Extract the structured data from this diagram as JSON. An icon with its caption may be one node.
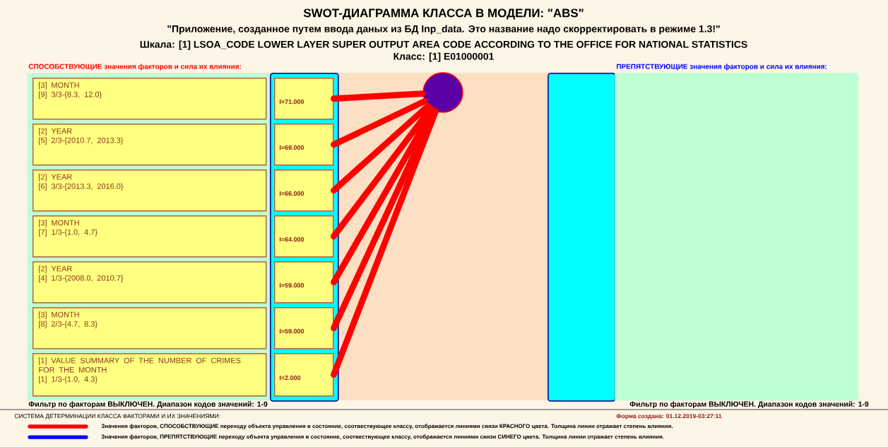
{
  "diagram": {
    "title": "SWOT-ДИАГРАММА КЛАССА В МОДЕЛИ: \"ABS\"",
    "nodes": [
      {
        "text": [
          "СПОСОБСТВУЮЩИЕ значения факторов и сила их влияния:"
        ]
      },
      {
        "text": [
          "[3] MONTH",
          "[9] 3/3-{8.3, 12.0}"
        ],
        "in": 0
      },
      {
        "text": [
          "[2] YEAR",
          "[5] 2/3-{2010.7, 2013.3}"
        ],
        "in": 0
      },
      {
        "text": [
          "[2] YEAR",
          "[6] 3/3-{2013.3, 2016.0}"
        ],
        "in": 0
      },
      {
        "text": [
          "[3] MONTH",
          "[7] 1/3-{1.0, 4.7}"
        ],
        "in": 0
      },
      {
        "text": [
          "[2] YEAR",
          "[4] 1/3-{2008.0, 2010.7}"
        ],
        "in": 0
      },
      {
        "text": [
          "[3] MONTH",
          "[8] 2/3-{4.7, 8.3}"
        ],
        "in": 0
      },
      {
        "text": [
          "[1] VALUE SUMMARY OF THE NUMBER OF CRIMES FOR THE MONTH",
          "[1] 1/3-{1.0, 4.3}"
        ],
        "in": 0
      },
      {
        "text": [],
        "shape": "box"
      },
      {
        "text": [
          "I=71.000"
        ],
        "in": 8
      },
      {
        "text": [
          "I=69.000"
        ],
        "in": 8
      },
      {
        "text": [
          "I=66.000"
        ],
        "in": 8
      },
      {
        "text": [
          "I=64.000"
        ],
        "in": 8
      },
      {
        "text": [
          "I=59.000"
        ],
        "in": 8
      },
      {
        "text": [
          "I=59.000"
        ],
        "in": 8
      },
      {
        "text": [
          "I=2.000"
        ],
        "in": 8
      },
      {
        "text": [],
        "shape": "circle"
      },
      {
        "text": [],
        "shape": "box"
      },
      {
        "text": [
          "ПРЕПЯТСТВУЮЩИЕ значения факторов и сила их влияния:"
        ]
      }
    ],
    "edges": [
      {
        "from": 9,
        "to": 16,
        "arrow": "none",
        "color": "#ff0000"
      },
      {
        "from": 10,
        "to": 16,
        "arrow": "none",
        "color": "#ff0000"
      },
      {
        "from": 11,
        "to": 16,
        "arrow": "none",
        "color": "#ff0000"
      },
      {
        "from": 12,
        "to": 16,
        "arrow": "none",
        "color": "#ff0000"
      },
      {
        "from": 13,
        "to": 16,
        "arrow": "none",
        "color": "#ff0000"
      },
      {
        "from": 14,
        "to": 16,
        "arrow": "none",
        "color": "#ff0000"
      },
      {
        "from": 15,
        "to": 16,
        "arrow": "none",
        "color": "#ff0000"
      }
    ],
    "labels": [
      "\"Приложение, созданное путем ввода даных из БД Inp_data. Это название надо скорректировать в режиме 1.3!\"",
      "Шкала: [1] LSOA_CODE LOWER LAYER SUPER OUTPUT AREA CODE ACCORDING TO THE OFFICE FOR NATIONAL STATISTICS",
      "Класс: [1] E01000001",
      "Фильтр по факторам ВЫКЛЮЧЕН. Диапазон кодов значений: 1-9",
      "Фильтр по факторам ВЫКЛЮЧЕН. Диапазон кодов значений: 1-9",
      "СИСТЕМА ДЕТЕРМИНАЦИИ КЛАССА ФАКТОРАМИ И ИХ ЗНАЧЕНИЯМИ:",
      "Форма создана: 01.12.2019-03:27:11"
    ],
    "legend": [
      {
        "text": "Значения факторов, СПОСОБСТВУЮЩИЕ переходу объекта управления в состояние, соотвествующее классу, отображается линиями связи КРАСНОГО цвета. Толщина линии отражает степень влияния."
      },
      {
        "text": "Значения факторов, ПРЕПЯТСТВУЮЩИЕ переходу объекта управления в состояние, соотвествующее классу, отображается линиями связи СИНЕГО цвета. Толщина линии отражает степень влияния."
      }
    ]
  }
}
